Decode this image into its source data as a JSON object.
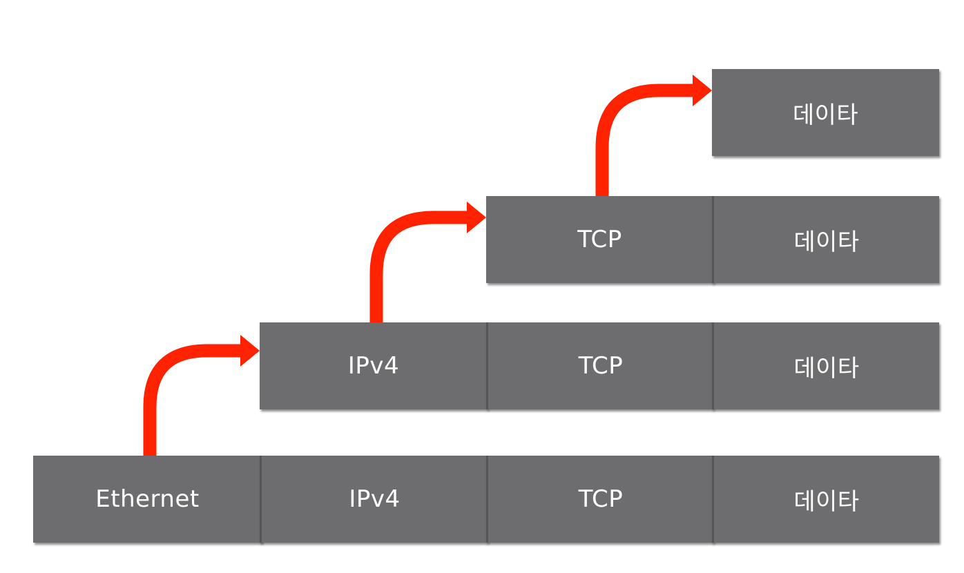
{
  "rows": [
    {
      "cells": [
        "데이타"
      ]
    },
    {
      "cells": [
        "TCP",
        "데이타"
      ]
    },
    {
      "cells": [
        "IPv4",
        "TCP",
        "데이타"
      ]
    },
    {
      "cells": [
        "Ethernet",
        "IPv4",
        "TCP",
        "데이타"
      ]
    }
  ],
  "colors": {
    "block": "#6d6d6f",
    "arrow": "#ff2200",
    "text": "#ffffff"
  }
}
